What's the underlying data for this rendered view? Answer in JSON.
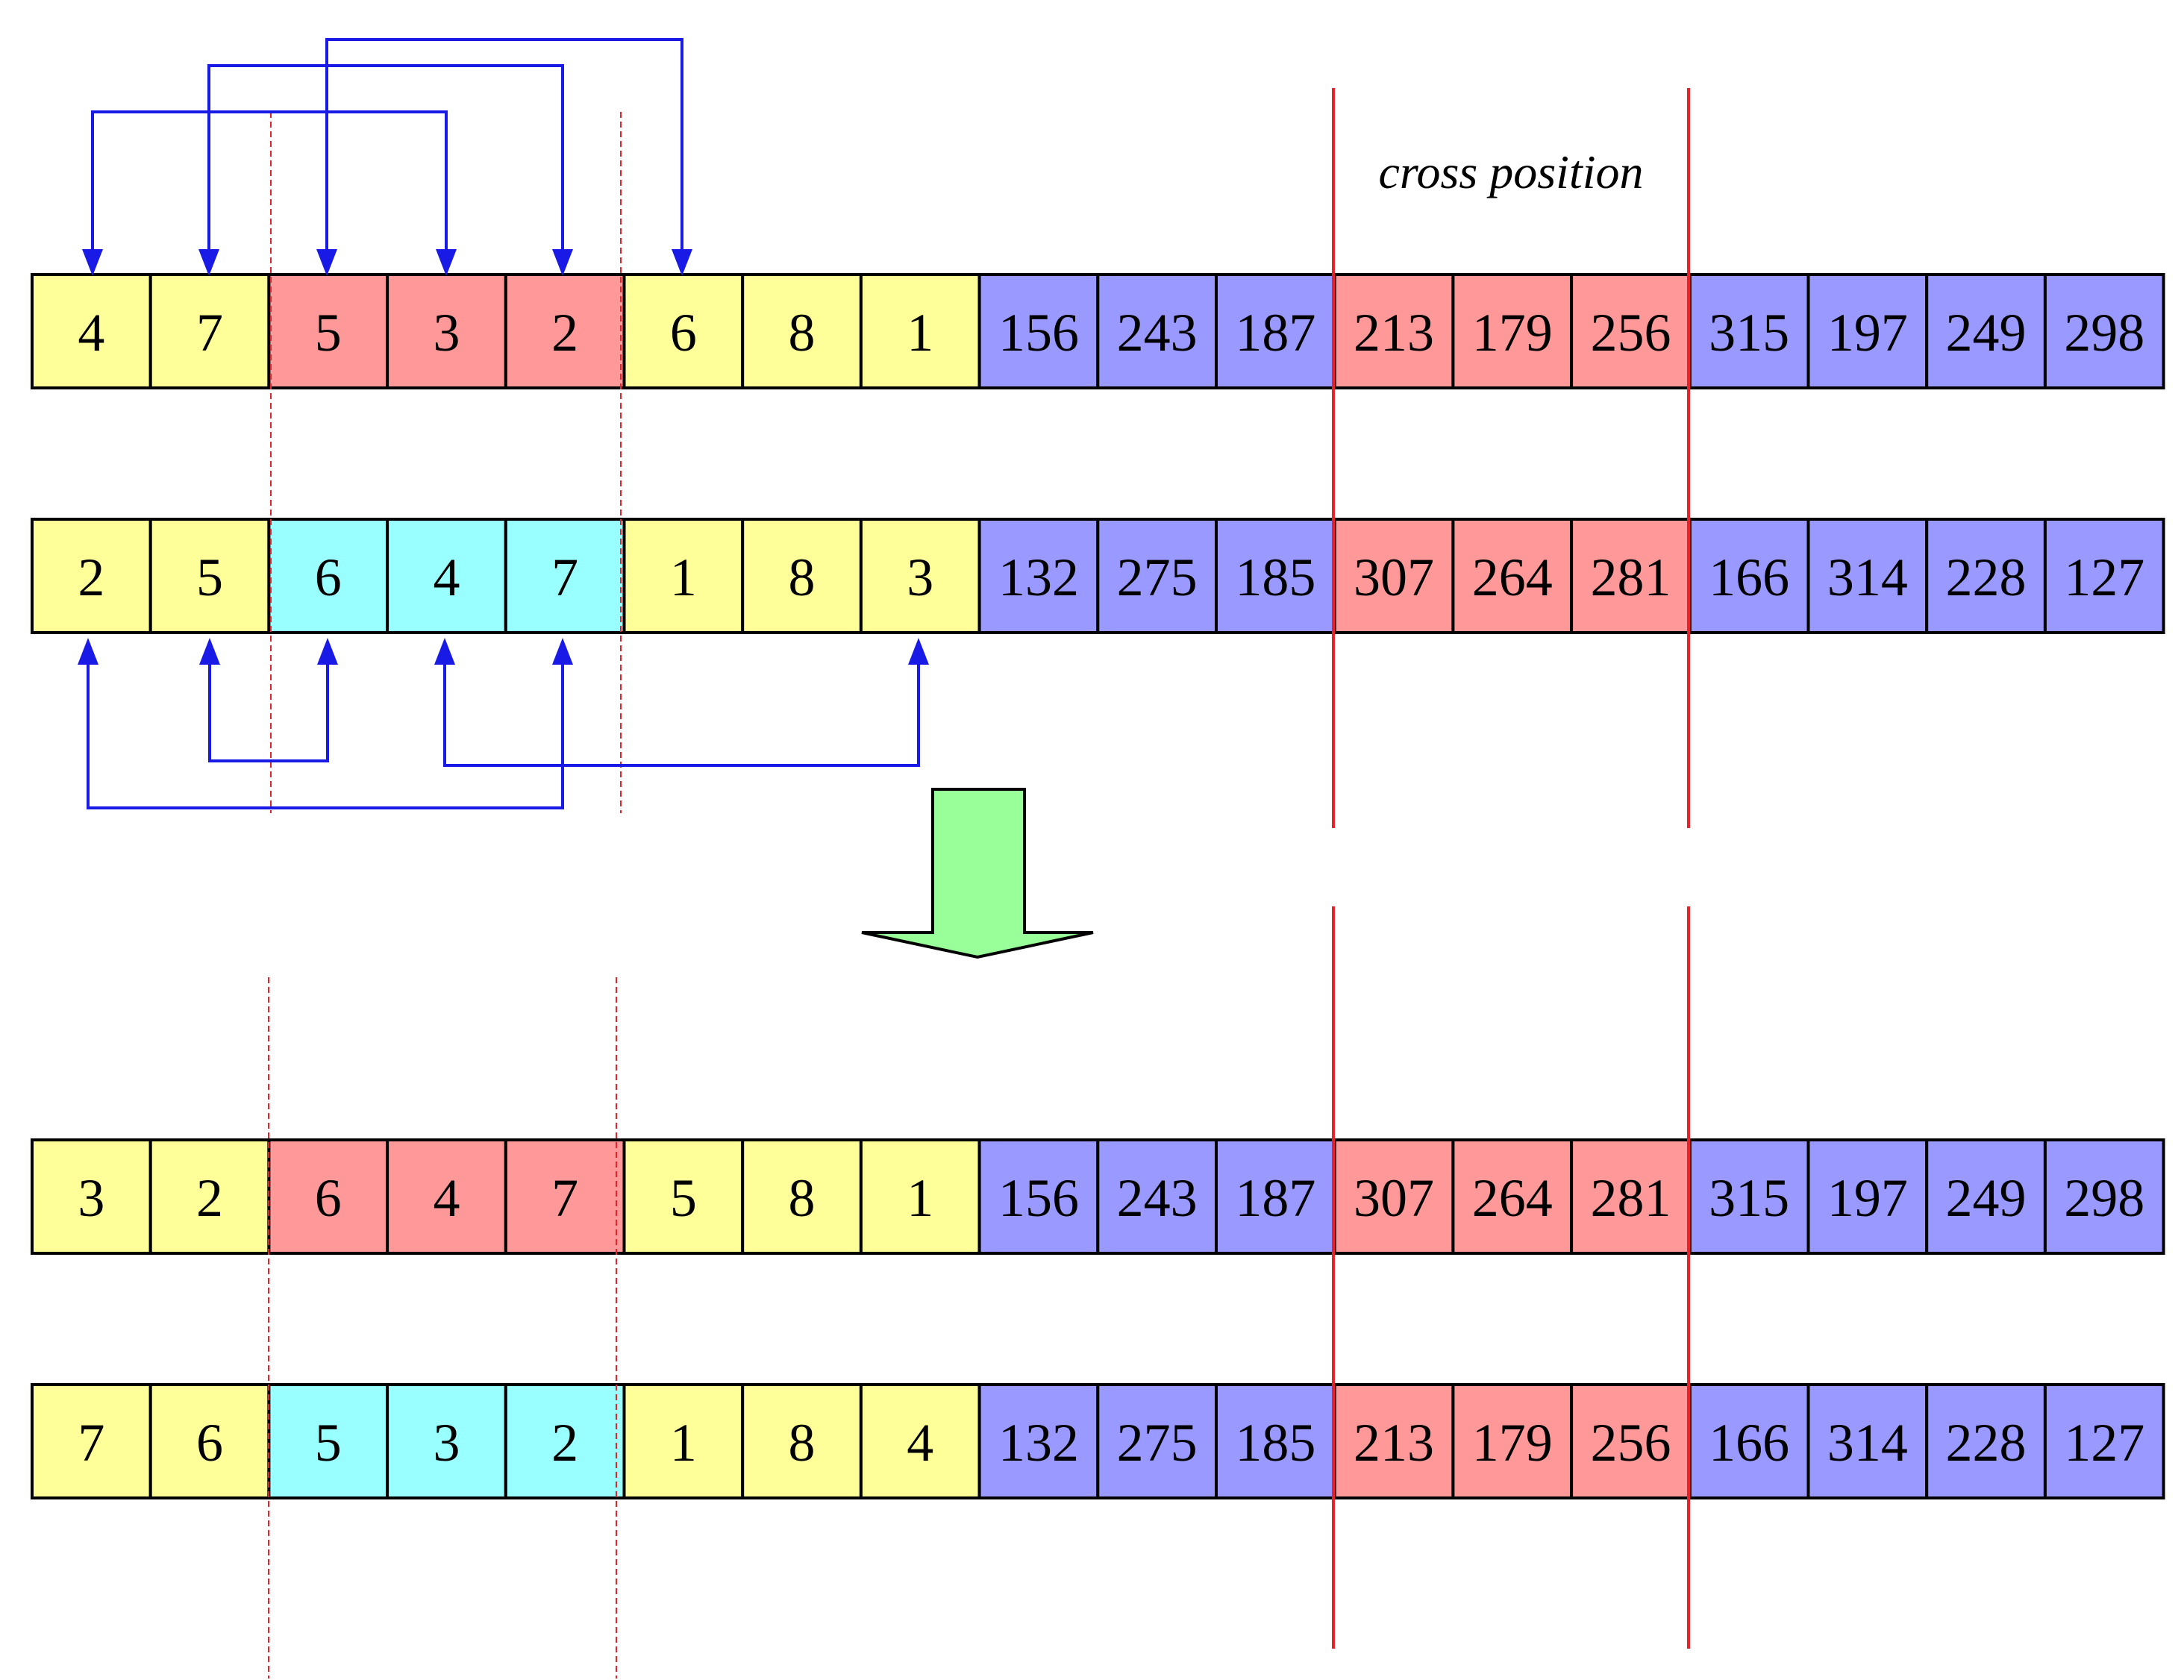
{
  "colors": {
    "yellow": "#ffff99",
    "red": "#ff9999",
    "blue": "#9999ff",
    "cyan": "#99ffff",
    "big_arrow_fill": "#99ff99",
    "marker_line": "#e8222b",
    "mapping_arrow": "#1a1ae6"
  },
  "label": {
    "cross_position": "cross position"
  },
  "rows": [
    {
      "name": "parent-1",
      "cells": [
        {
          "text": "4",
          "color": "yellow"
        },
        {
          "text": "7",
          "color": "yellow"
        },
        {
          "text": "5",
          "color": "red"
        },
        {
          "text": "3",
          "color": "red"
        },
        {
          "text": "2",
          "color": "red"
        },
        {
          "text": "6",
          "color": "yellow"
        },
        {
          "text": "8",
          "color": "yellow"
        },
        {
          "text": "1",
          "color": "yellow"
        },
        {
          "text": "156",
          "color": "blue"
        },
        {
          "text": "243",
          "color": "blue"
        },
        {
          "text": "187",
          "color": "blue"
        },
        {
          "text": "213",
          "color": "red"
        },
        {
          "text": "179",
          "color": "red"
        },
        {
          "text": "256",
          "color": "red"
        },
        {
          "text": "315",
          "color": "blue"
        },
        {
          "text": "197",
          "color": "blue"
        },
        {
          "text": "249",
          "color": "blue"
        },
        {
          "text": "298",
          "color": "blue"
        }
      ]
    },
    {
      "name": "parent-2",
      "cells": [
        {
          "text": "2",
          "color": "yellow"
        },
        {
          "text": "5",
          "color": "yellow"
        },
        {
          "text": "6",
          "color": "cyan"
        },
        {
          "text": "4",
          "color": "cyan"
        },
        {
          "text": "7",
          "color": "cyan"
        },
        {
          "text": "1",
          "color": "yellow"
        },
        {
          "text": "8",
          "color": "yellow"
        },
        {
          "text": "3",
          "color": "yellow"
        },
        {
          "text": "132",
          "color": "blue"
        },
        {
          "text": "275",
          "color": "blue"
        },
        {
          "text": "185",
          "color": "blue"
        },
        {
          "text": "307",
          "color": "red"
        },
        {
          "text": "264",
          "color": "red"
        },
        {
          "text": "281",
          "color": "red"
        },
        {
          "text": "166",
          "color": "blue"
        },
        {
          "text": "314",
          "color": "blue"
        },
        {
          "text": "228",
          "color": "blue"
        },
        {
          "text": "127",
          "color": "blue"
        }
      ]
    },
    {
      "name": "offspring-1",
      "cells": [
        {
          "text": "3",
          "color": "yellow"
        },
        {
          "text": "2",
          "color": "yellow"
        },
        {
          "text": "6",
          "color": "red"
        },
        {
          "text": "4",
          "color": "red"
        },
        {
          "text": "7",
          "color": "red"
        },
        {
          "text": "5",
          "color": "yellow"
        },
        {
          "text": "8",
          "color": "yellow"
        },
        {
          "text": "1",
          "color": "yellow"
        },
        {
          "text": "156",
          "color": "blue"
        },
        {
          "text": "243",
          "color": "blue"
        },
        {
          "text": "187",
          "color": "blue"
        },
        {
          "text": "307",
          "color": "red"
        },
        {
          "text": "264",
          "color": "red"
        },
        {
          "text": "281",
          "color": "red"
        },
        {
          "text": "315",
          "color": "blue"
        },
        {
          "text": "197",
          "color": "blue"
        },
        {
          "text": "249",
          "color": "blue"
        },
        {
          "text": "298",
          "color": "blue"
        }
      ]
    },
    {
      "name": "offspring-2",
      "cells": [
        {
          "text": "7",
          "color": "yellow"
        },
        {
          "text": "6",
          "color": "yellow"
        },
        {
          "text": "5",
          "color": "cyan"
        },
        {
          "text": "3",
          "color": "cyan"
        },
        {
          "text": "2",
          "color": "cyan"
        },
        {
          "text": "1",
          "color": "yellow"
        },
        {
          "text": "8",
          "color": "yellow"
        },
        {
          "text": "4",
          "color": "yellow"
        },
        {
          "text": "132",
          "color": "blue"
        },
        {
          "text": "275",
          "color": "blue"
        },
        {
          "text": "185",
          "color": "blue"
        },
        {
          "text": "213",
          "color": "red"
        },
        {
          "text": "179",
          "color": "red"
        },
        {
          "text": "256",
          "color": "red"
        },
        {
          "text": "166",
          "color": "blue"
        },
        {
          "text": "314",
          "color": "blue"
        },
        {
          "text": "228",
          "color": "blue"
        },
        {
          "text": "127",
          "color": "blue"
        }
      ]
    }
  ]
}
